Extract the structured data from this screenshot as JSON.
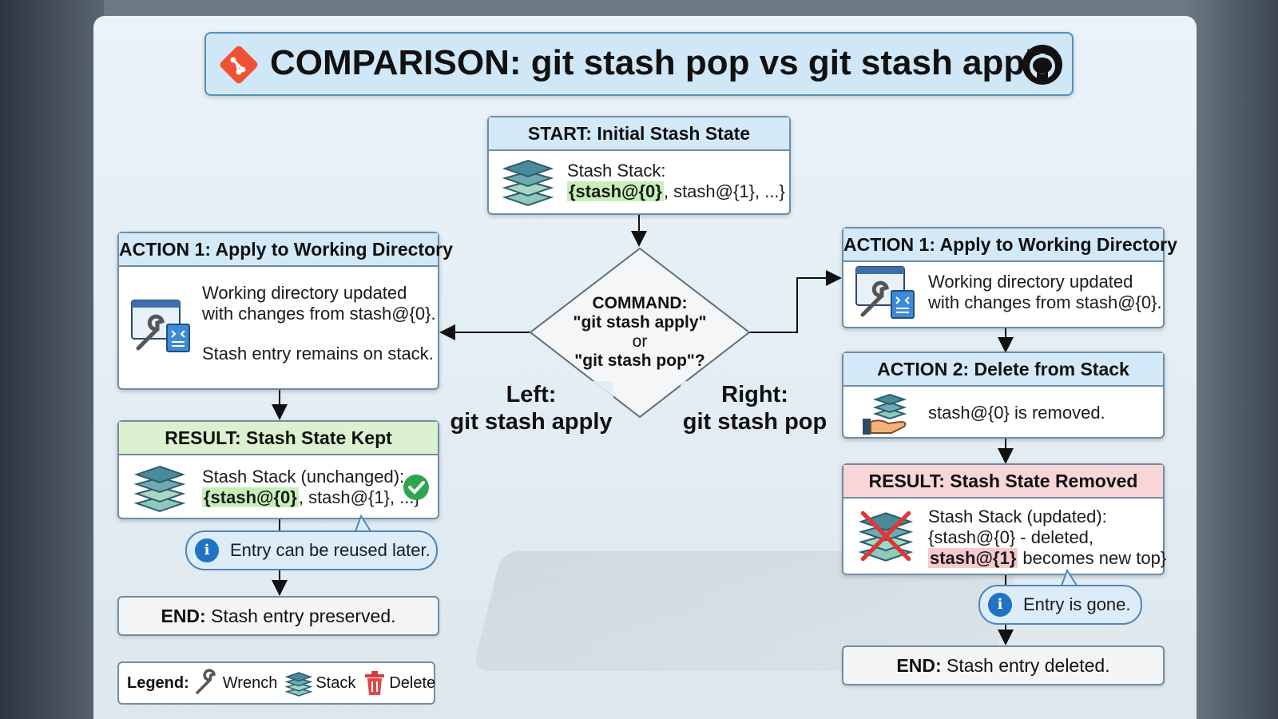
{
  "title": {
    "text": "COMPARISON: git stash pop vs git stash apply",
    "left_icon": "git-logo-icon",
    "right_icon": "github-octocat-icon"
  },
  "start": {
    "header": "START: Initial Stash State",
    "label": "Stash Stack:",
    "top_entry": "{stash@{0}",
    "rest": ", stash@{1}, ...}",
    "icon": "stack-layers-icon"
  },
  "command": {
    "line1": "COMMAND:",
    "line2": "\"git stash apply\"",
    "line3": "or",
    "line4": "\"git stash pop\"?"
  },
  "left_label": {
    "line1": "Left:",
    "line2": "git stash apply"
  },
  "right_label": {
    "line1": "Right:",
    "line2": "git stash pop"
  },
  "left": {
    "action1": {
      "header": "ACTION 1: Apply to Working Directory",
      "line1": "Working directory updated",
      "line2": "with changes from stash@{0}.",
      "line3": "Stash entry remains on stack.",
      "icon": "wrench-window-icon"
    },
    "result": {
      "header": "RESULT: Stash State Kept",
      "line1": "Stash Stack (unchanged):",
      "top_entry": "{stash@{0}",
      "rest": ", stash@{1}, ...}",
      "icon": "stack-layers-icon",
      "check_icon": "check-circle-icon"
    },
    "callout": "Entry can be reused later.",
    "end_bold": "END:",
    "end_text": " Stash entry preserved."
  },
  "right": {
    "action1": {
      "header": "ACTION 1: Apply to Working Directory",
      "line1": "Working directory updated",
      "line2": "with changes from stash@{0}.",
      "icon": "wrench-window-icon"
    },
    "action2": {
      "header": "ACTION 2: Delete from Stack",
      "line1": "stash@{0} is removed.",
      "icon": "hand-stack-icon"
    },
    "result": {
      "header": "RESULT: Stash State Removed",
      "line1": "Stash Stack (updated):",
      "line2": "{stash@{0} - deleted,",
      "new_top": "stash@{1}",
      "line3_rest": " becomes new top}",
      "icon": "crossed-stack-icon"
    },
    "callout": "Entry is gone.",
    "end_bold": "END:",
    "end_text": " Stash entry deleted."
  },
  "legend": {
    "title": "Legend:",
    "items": [
      {
        "icon": "wrench-icon",
        "label": "Wrench"
      },
      {
        "icon": "stack-layers-icon",
        "label": "Stack"
      },
      {
        "icon": "trash-icon",
        "label": "Delete"
      }
    ]
  },
  "colors": {
    "header_blue": "#d3e9f7",
    "header_green": "#dcf1cf",
    "header_red": "#f8d6d8",
    "highlight_green": "#c7f0b9",
    "highlight_red": "#f7c9cc",
    "border": "#6e8ea6",
    "git_orange": "#f05033",
    "info_blue": "#1f73c2",
    "check_green": "#2ea44f"
  }
}
